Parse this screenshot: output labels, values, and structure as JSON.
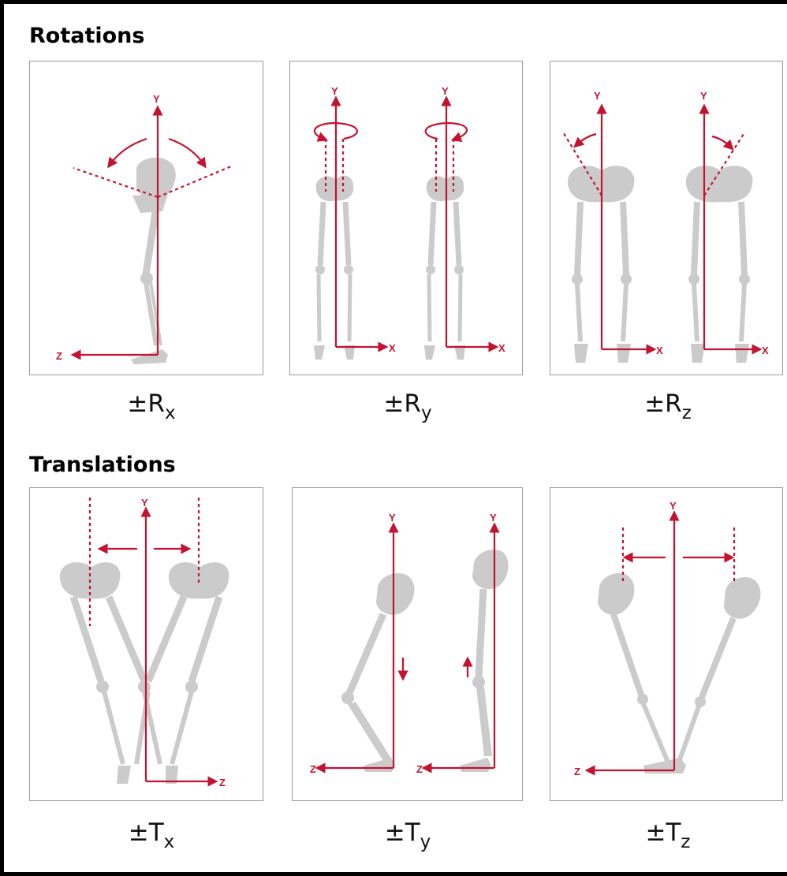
{
  "sections": {
    "rotations": {
      "title": "Rotations"
    },
    "translations": {
      "title": "Translations"
    }
  },
  "axis_labels": {
    "x": "X",
    "y": "Y",
    "z": "Z"
  },
  "panels": {
    "rx": {
      "prefix": "±R",
      "sub": "x"
    },
    "ry": {
      "prefix": "±R",
      "sub": "y"
    },
    "rz": {
      "prefix": "±R",
      "sub": "z"
    },
    "tx": {
      "prefix": "±T",
      "sub": "x"
    },
    "ty": {
      "prefix": "±T",
      "sub": "y"
    },
    "tz": {
      "prefix": "±T",
      "sub": "z"
    }
  },
  "colors": {
    "axis": "#c4122f",
    "bone": "#cbcbcb",
    "frame": "#000000",
    "panel_border": "#9a9a9a"
  }
}
